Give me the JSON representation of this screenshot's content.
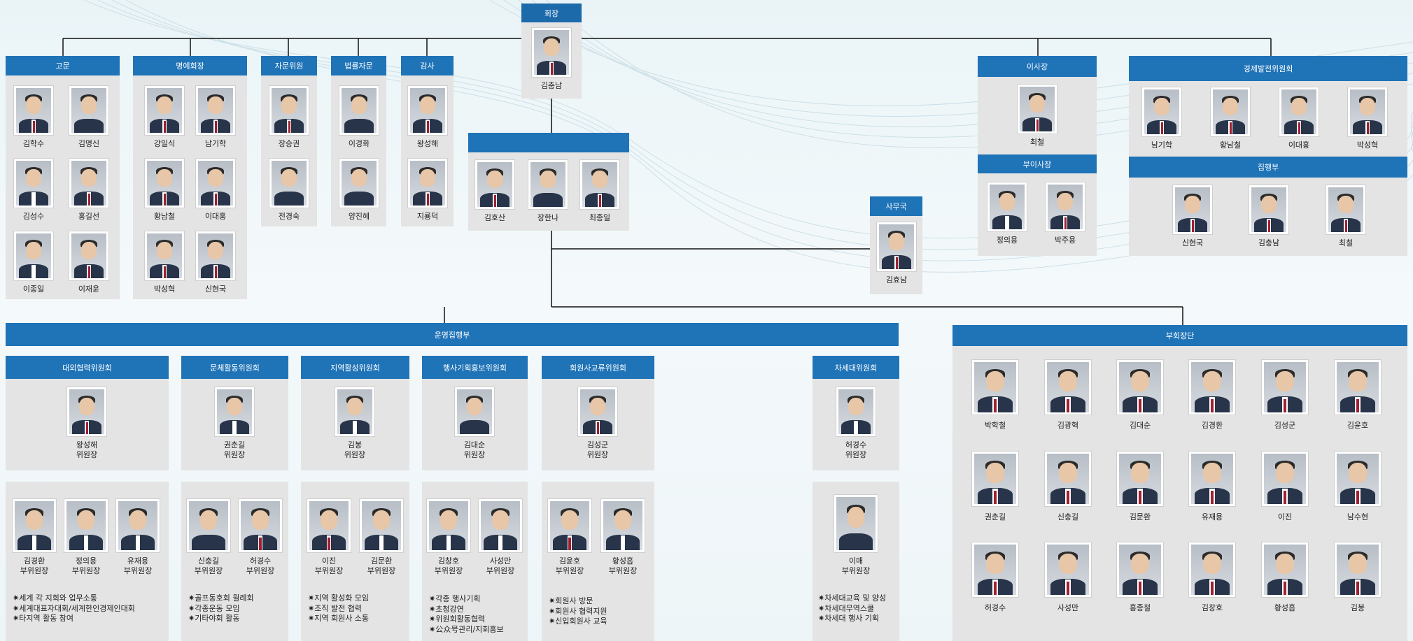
{
  "top": {
    "title": "회장",
    "name": "김충남"
  },
  "left_groups": [
    {
      "key": "advisor",
      "title": "고문",
      "members": [
        "김학수",
        "김명신",
        "김성수",
        "홍길선",
        "이종일",
        "이재윤"
      ]
    },
    {
      "key": "honorary",
      "title": "명예회장",
      "members": [
        "강일식",
        "남기학",
        "황남철",
        "이대홍",
        "박성혁",
        "신현국"
      ]
    },
    {
      "key": "consult",
      "title": "자문위원",
      "members": [
        "장승권",
        "전경숙"
      ]
    },
    {
      "key": "legal",
      "title": "법률자문",
      "members": [
        "이경화",
        "양진혜"
      ]
    },
    {
      "key": "audit",
      "title": "감사",
      "members": [
        "왕성해",
        "지룡덕"
      ]
    }
  ],
  "center_group": {
    "title": "",
    "members": [
      "김호산",
      "장한나",
      "최종일"
    ]
  },
  "secretariat": {
    "title": "사무국",
    "name": "김효남"
  },
  "board": {
    "title": "이사장",
    "name": "최철",
    "vice_title": "부이사장",
    "vice_members": [
      "정의용",
      "박주용"
    ]
  },
  "econ": {
    "title": "경제발전위원회",
    "members": [
      "남기학",
      "황남철",
      "이대홍",
      "박성혁"
    ],
    "exec_title": "집행부",
    "exec_members": [
      "신현국",
      "김충남",
      "최철"
    ]
  },
  "ops": {
    "title": "운영집행부"
  },
  "committees": [
    {
      "title": "대외협력위원회",
      "chair": "왕성해",
      "chair_title": "위원장",
      "vices": [
        "김경환",
        "정의용",
        "유재용"
      ],
      "vice_title": "부위원장",
      "duties": [
        "✷세계 각 지회와 업무소통",
        "✷세계대표자대회/세계한인경제인대회",
        "✷타지역 활동 참여"
      ]
    },
    {
      "title": "문체활동위원회",
      "chair": "권춘길",
      "chair_title": "위원장",
      "vices": [
        "신충길",
        "허경수"
      ],
      "vice_title": "부위원장",
      "duties": [
        "✷골프동호회 월례회",
        "✷각종운동 모임",
        "✷기타야회 활동"
      ]
    },
    {
      "title": "지역활성위원회",
      "chair": "김봉",
      "chair_title": "위원장",
      "vices": [
        "이진",
        "김문환"
      ],
      "vice_title": "부위원장",
      "duties": [
        "✷지역 활성화 모임",
        "✷조직 발전 협력",
        "✷지역 회원사 소통"
      ]
    },
    {
      "title": "행사기획홍보위원회",
      "chair": "김대순",
      "chair_title": "위원장",
      "vices": [
        "김창호",
        "사성만"
      ],
      "vice_title": "부위원장",
      "duties": [
        "✷각종 행사기획",
        "✷초청강연",
        "✷위원회활동협력",
        "✷公众号관리/지회홍보"
      ]
    },
    {
      "title": "회원사교류위원회",
      "chair": "김성군",
      "chair_title": "위원장",
      "vices": [
        "김윤호",
        "황성흡"
      ],
      "vice_title": "부위원장",
      "duties": [
        "✷회원사 방문",
        "✷회원사 협력지원",
        "✷신입회원사 교육"
      ]
    },
    {
      "title": "차세대위원회",
      "chair": "허경수",
      "chair_title": "위원장",
      "vices": [
        "이매"
      ],
      "vice_title": "부위원장",
      "duties": [
        "✷차세대교육 및 양성",
        "✷차세대무역스쿨",
        "✷차세대 행사 기획"
      ]
    }
  ],
  "vice_presidents": {
    "title": "부회장단",
    "members": [
      "박학철",
      "김광혁",
      "김대순",
      "김경환",
      "김성군",
      "김윤호",
      "권춘길",
      "신충길",
      "김문환",
      "유재용",
      "이진",
      "남수현",
      "허경수",
      "사성만",
      "홍종철",
      "김창호",
      "황성흡",
      "김봉"
    ]
  },
  "colors": {
    "header": "#1f73b7",
    "panel": "#e4e4e4",
    "line": "#111111"
  }
}
